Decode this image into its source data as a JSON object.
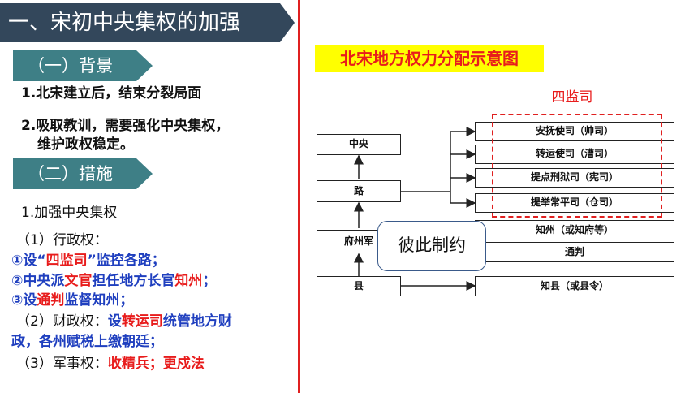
{
  "left": {
    "title": "一、宋初中央集权的加强",
    "background_tag": "（一）背景",
    "background_items": [
      "1.北宋建立后，结束分裂局面",
      "2.吸取教训，需要强化中央集权，",
      "维护政权稳定。"
    ],
    "measures_tag": "（二）措施",
    "measure_heading": "1.加强中央集权",
    "admin_label": "（1）行政权：",
    "admin_items": [
      {
        "a": "①设“",
        "b": "四监司",
        "c": "”监控各路；"
      },
      {
        "a": "②中央派",
        "b": "文官",
        "c": "担任地方长官",
        "d": "知州",
        "e": "；"
      },
      {
        "a": "③设",
        "b": "通判",
        "c": "监督知州；"
      }
    ],
    "finance_label": "（2）财政权：",
    "finance_a": "设",
    "finance_b": "转运司",
    "finance_c": "统管地方财",
    "finance_d": "政，各州赋税上缴朝廷；",
    "military_label": "（3）军事权：",
    "military_value": "收精兵；更戍法"
  },
  "diagram": {
    "title": "北宋地方权力分配示意图",
    "group_label": "四监司",
    "left_nodes": [
      "中央",
      "路",
      "府州军",
      "县"
    ],
    "four_offices": [
      "安抚使司（帅司）",
      "转运使司（漕司）",
      "提点刑狱司（宪司）",
      "提举常平司（仓司）"
    ],
    "prefecture_nodes": [
      "知州（或知府等）",
      "通判"
    ],
    "county_node": "知县（或县令）",
    "callout": "彼此制约"
  },
  "colors": {
    "title_bg": "#33475b",
    "tag_bg": "#3e7f86",
    "highlight_red": "#e81c1c",
    "highlight_blue": "#1f3fbf",
    "title_yellow": "#ffff00"
  }
}
